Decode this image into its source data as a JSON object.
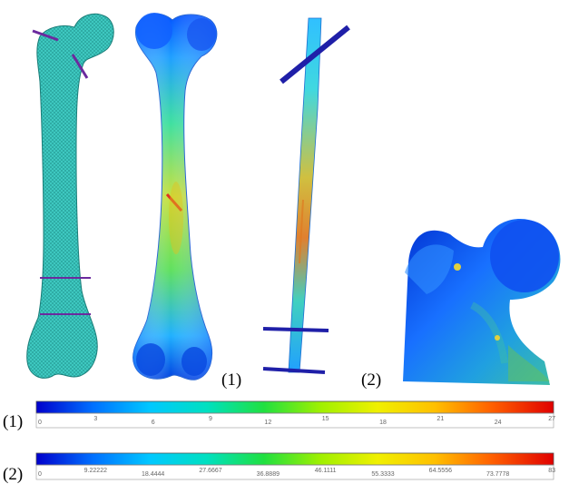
{
  "figure": {
    "label_1": "(1)",
    "label_2": "(2)"
  },
  "colorbars": [
    {
      "label": "(1)",
      "ticks": [
        "0",
        "3",
        "6",
        "9",
        "12",
        "15",
        "18",
        "21",
        "24",
        "27"
      ]
    },
    {
      "label": "(2)",
      "ticks": [
        "0",
        "9.22222",
        "18.4444",
        "27.6667",
        "36.8889",
        "46.1111",
        "55.3333",
        "64.5556",
        "73.7778",
        "83"
      ]
    }
  ],
  "colors": {
    "mesh": "#3ec8c0",
    "mesh_dark": "#1f8f8a",
    "fixture": "#6b2a9e",
    "rod_bar": "#1f1fa8",
    "scale": [
      "#0000cc",
      "#0070ff",
      "#00c8ff",
      "#00e0a0",
      "#40e000",
      "#c8f000",
      "#ffe000",
      "#ff9000",
      "#ff2000",
      "#cc0000"
    ]
  }
}
